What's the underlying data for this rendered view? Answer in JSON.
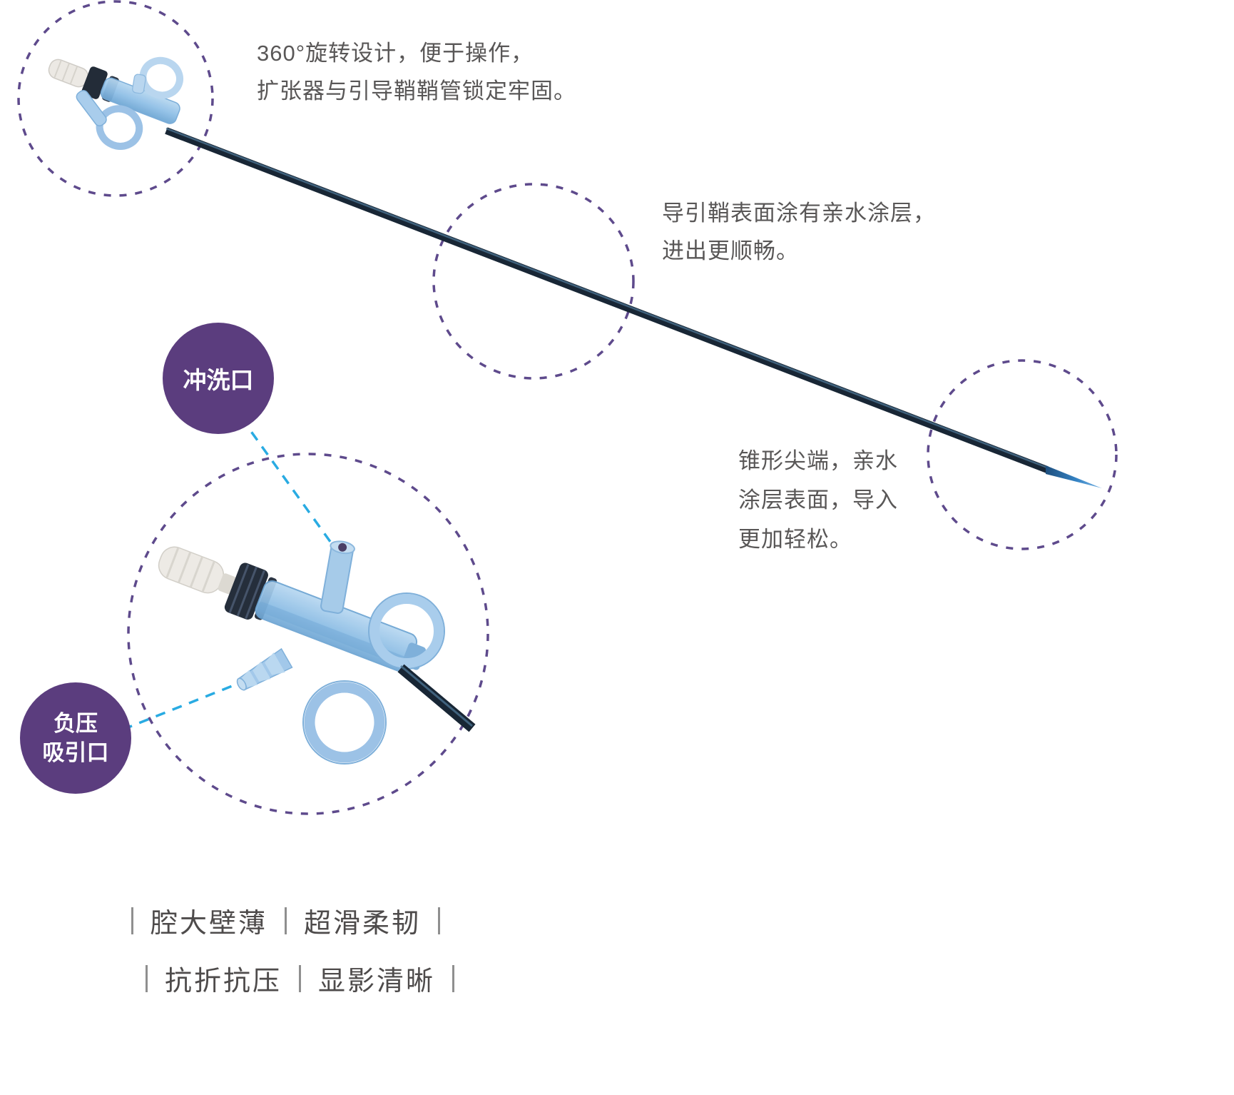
{
  "annotations": {
    "rotation_design": {
      "line1": "360°旋转设计，便于操作，",
      "line2": "扩张器与引导鞘鞘管锁定牢固。"
    },
    "hydrophilic_coating": {
      "line1": "导引鞘表面涂有亲水涂层，",
      "line2": "进出更顺畅。"
    },
    "tapered_tip": {
      "line1": "锥形尖端，亲水",
      "line2": "涂层表面，导入",
      "line3": "更加轻松。"
    },
    "port_labels": {
      "flush_port": "冲洗口",
      "suction_port_line1": "负压",
      "suction_port_line2": "吸引口"
    }
  },
  "features": {
    "row1_item1": "腔大壁薄",
    "row1_item2": "超滑柔韧",
    "row2_item1": "抗折抗压",
    "row2_item2": "显影清晰"
  },
  "colors": {
    "badge_purple": "#5b3d7e",
    "dashed_circle_purple": "#5e4a8c",
    "connector_cyan": "#29abe2",
    "annotation_text_gray": "#595757",
    "shaft_navy": "#182635",
    "hub_blue": "#8fbfe6"
  }
}
